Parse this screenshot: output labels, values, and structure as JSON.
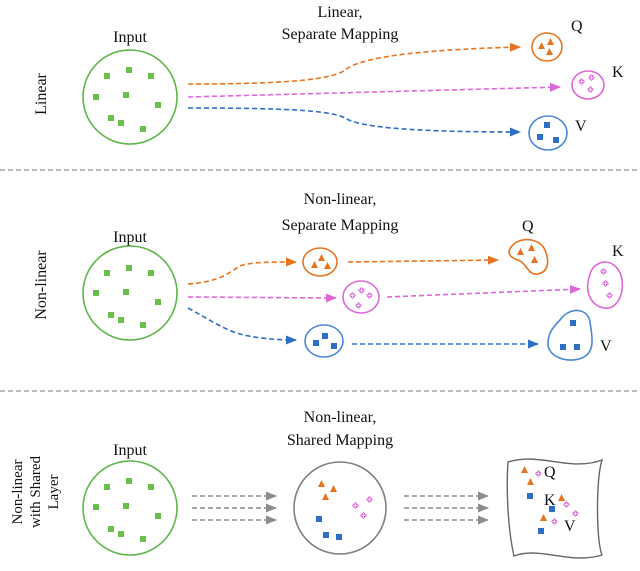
{
  "colors": {
    "green_stroke": "#5fb54a",
    "green_fill": "#6abf4b",
    "orange": "#e8731e",
    "pink": "#dd66d8",
    "blue": "#2e6ec4",
    "blue_stroke": "#4a88d4",
    "gray_stroke": "#7f7f7f",
    "divider": "#a6a6a6",
    "arrow_gray": "#8c8c8c"
  },
  "section1": {
    "row_label": "Linear",
    "input_label": "Input",
    "mapping_line1": "Linear,",
    "mapping_line2": "Separate Mapping",
    "q": "Q",
    "k": "K",
    "v": "V"
  },
  "section2": {
    "row_label": "Non-linear",
    "input_label": "Input",
    "mapping_line1": "Non-linear,",
    "mapping_line2": "Separate Mapping",
    "q": "Q",
    "k": "K",
    "v": "V"
  },
  "section3": {
    "row_label_line1": "Non-linear",
    "row_label_line2": "with Shared",
    "row_label_line3": "Layer",
    "input_label": "Input",
    "mapping_line1": "Non-linear,",
    "mapping_line2": "Shared Mapping",
    "q": "Q",
    "k": "K",
    "v": "V"
  },
  "icons": {
    "green_dot": "square",
    "orange_dot": "triangle",
    "pink_dot": "diamond",
    "blue_dot": "square"
  }
}
